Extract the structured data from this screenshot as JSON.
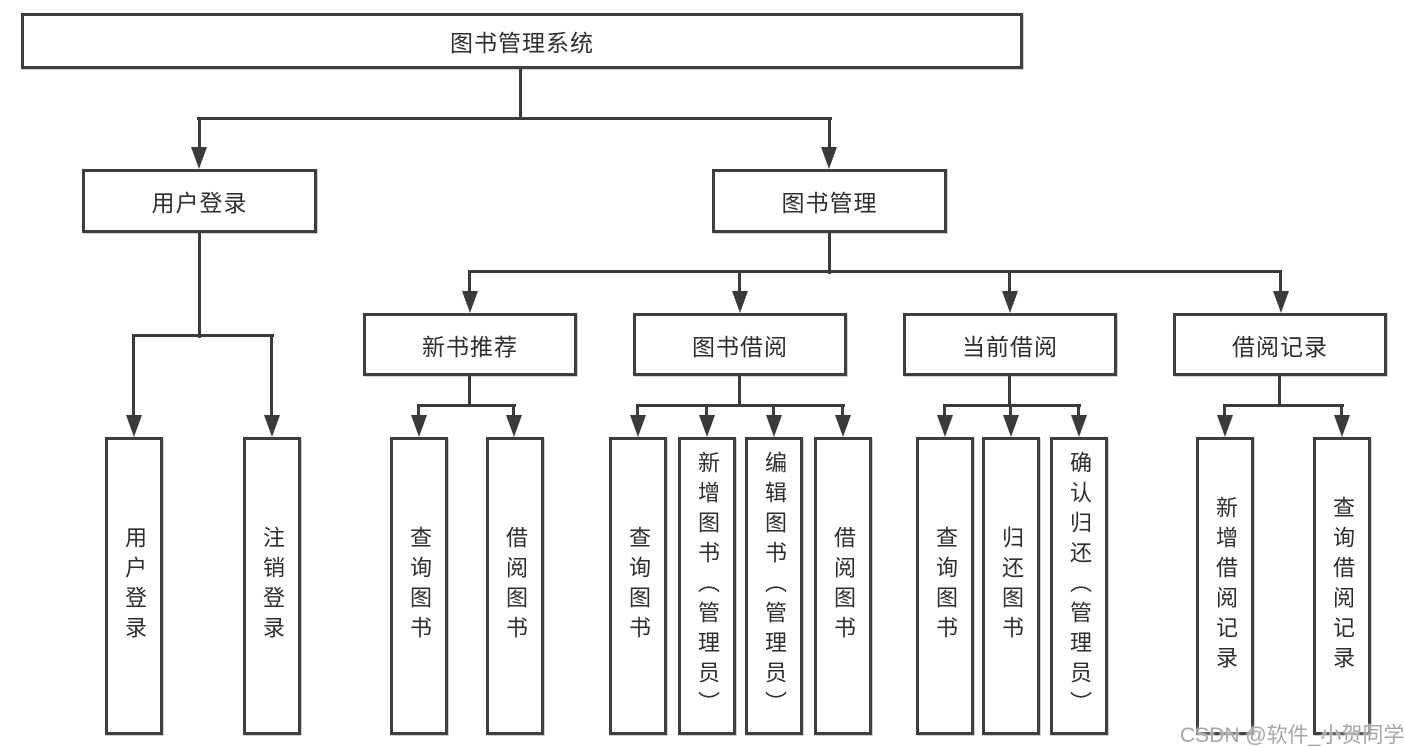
{
  "diagram_title": "图书管理系统",
  "nodes": {
    "root": "图书管理系统",
    "user_login": "用户登录",
    "book_mgmt": "图书管理",
    "new_book": "新书推荐",
    "book_borrow": "图书借阅",
    "current_borrow": "当前借阅",
    "borrow_record": "借阅记录",
    "leaf_user_login": "用户登录",
    "leaf_logout": "注销登录",
    "leaf_nb_query": "查询图书",
    "leaf_nb_borrow": "借阅图书",
    "leaf_bb_query": "查询图书",
    "leaf_bb_add": "新增图书（管理员）",
    "leaf_bb_edit": "编辑图书（管理员）",
    "leaf_bb_borrow": "借阅图书",
    "leaf_cb_query": "查询图书",
    "leaf_cb_return": "归还图书",
    "leaf_cb_confirm": "确认归还（管理员）",
    "leaf_br_add": "新增借阅记录",
    "leaf_br_query": "查询借阅记录"
  },
  "watermark": "CSDN @软件_小贺同学",
  "colors": {
    "line": "#3a3a3a",
    "box_border": "#3e3e3e",
    "text": "#2e2e2e",
    "watermark": "#a6a6a6",
    "background": "#ffffff"
  }
}
